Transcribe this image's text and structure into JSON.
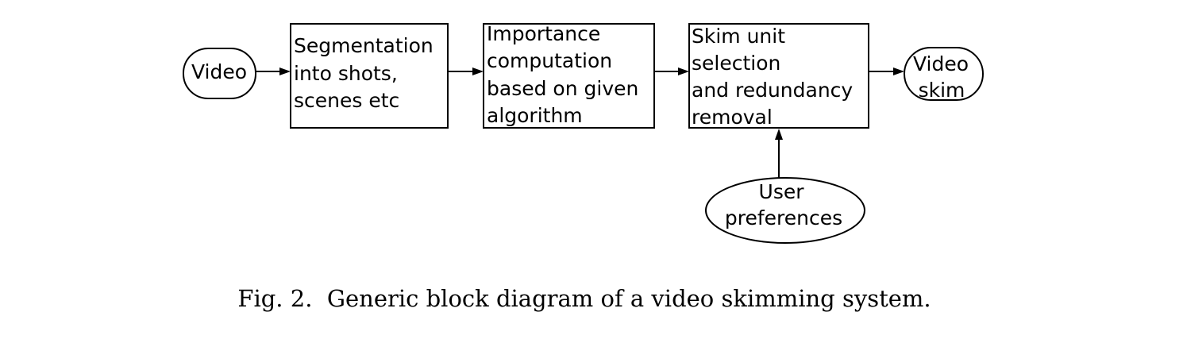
{
  "nodes": {
    "video": {
      "lines": [
        "Video"
      ]
    },
    "segmentation": {
      "lines": [
        "Segmentation",
        "into shots,",
        "scenes etc"
      ]
    },
    "importance": {
      "lines": [
        "Importance",
        "computation",
        "based on given",
        "algorithm"
      ]
    },
    "skim_unit": {
      "lines": [
        "Skim unit",
        "selection",
        "and redundancy",
        "removal"
      ]
    },
    "video_skim": {
      "lines": [
        "Video",
        "skim"
      ]
    },
    "user_preferences": {
      "lines": [
        "User",
        "preferences"
      ]
    }
  },
  "edges": [
    {
      "from": "video",
      "to": "segmentation"
    },
    {
      "from": "segmentation",
      "to": "importance"
    },
    {
      "from": "importance",
      "to": "skim_unit"
    },
    {
      "from": "skim_unit",
      "to": "video_skim"
    },
    {
      "from": "user_preferences",
      "to": "skim_unit"
    }
  ],
  "caption": "Fig. 2.  Generic block diagram of a video skimming system."
}
